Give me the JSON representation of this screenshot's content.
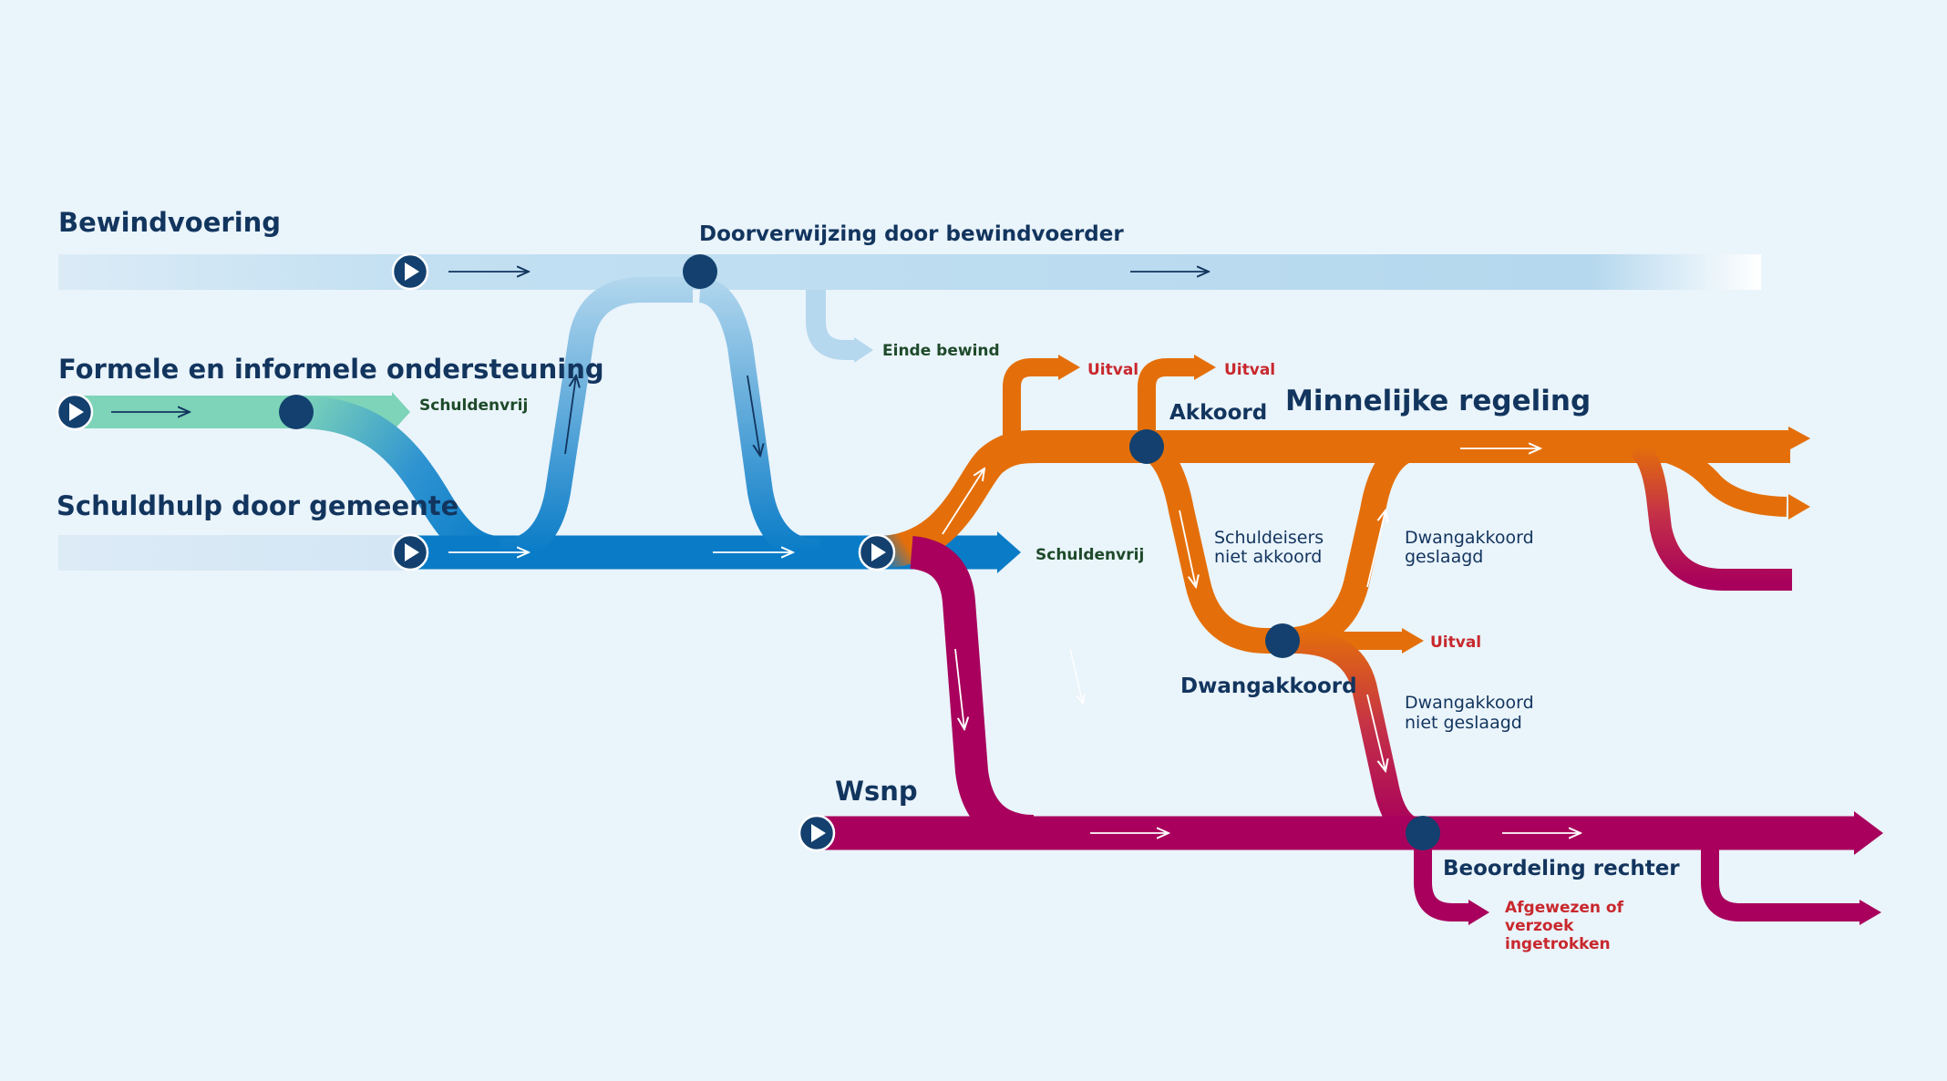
{
  "lanes": {
    "bewindvoering": "Bewindvoering",
    "ondersteuning": "Formele en informele ondersteuning",
    "schuldhulp": "Schuldhulp door gemeente",
    "wsnp": "Wsnp",
    "minnelijke": "Minnelijke regeling"
  },
  "labels": {
    "doorverwijzing": "Doorverwijzing door bewindvoerder",
    "einde_bewind": "Einde bewind",
    "schuldenvrij_1": "Schuldenvrij",
    "schuldenvrij_2": "Schuldenvrij",
    "uitval_1": "Uitval",
    "uitval_2": "Uitval",
    "uitval_3": "Uitval",
    "akkoord": "Akkoord",
    "schuldeisers_1": "Schuldeisers",
    "schuldeisers_2": "niet akkoord",
    "dwang_geslaagd_1": "Dwangakkoord",
    "dwang_geslaagd_2": "geslaagd",
    "dwangakkoord": "Dwangakkoord",
    "dwang_niet_1": "Dwangakkoord",
    "dwang_niet_2": "niet geslaagd",
    "beoordeling": "Beoordeling rechter",
    "afgewezen_1": "Afgewezen of",
    "afgewezen_2": "verzoek",
    "afgewezen_3": "ingetrokken"
  },
  "colors": {
    "background": "#eaf4fb",
    "bewind_light": "#b5d8ee",
    "bewind_fade": "#dbebf6",
    "ondersteuning_green": "#7dd4b8",
    "schuldhulp_blue": "#0a7cc7",
    "minnelijke_orange": "#e46f0a",
    "wsnp_magenta": "#a8005c",
    "node_dark": "#13406e",
    "text_dark": "#12355e",
    "text_red": "#c8282d",
    "text_green": "#1e4a2a"
  },
  "icons": {
    "start": "play-icon",
    "node": "circle-node-icon",
    "arrow": "arrow-right-icon"
  }
}
